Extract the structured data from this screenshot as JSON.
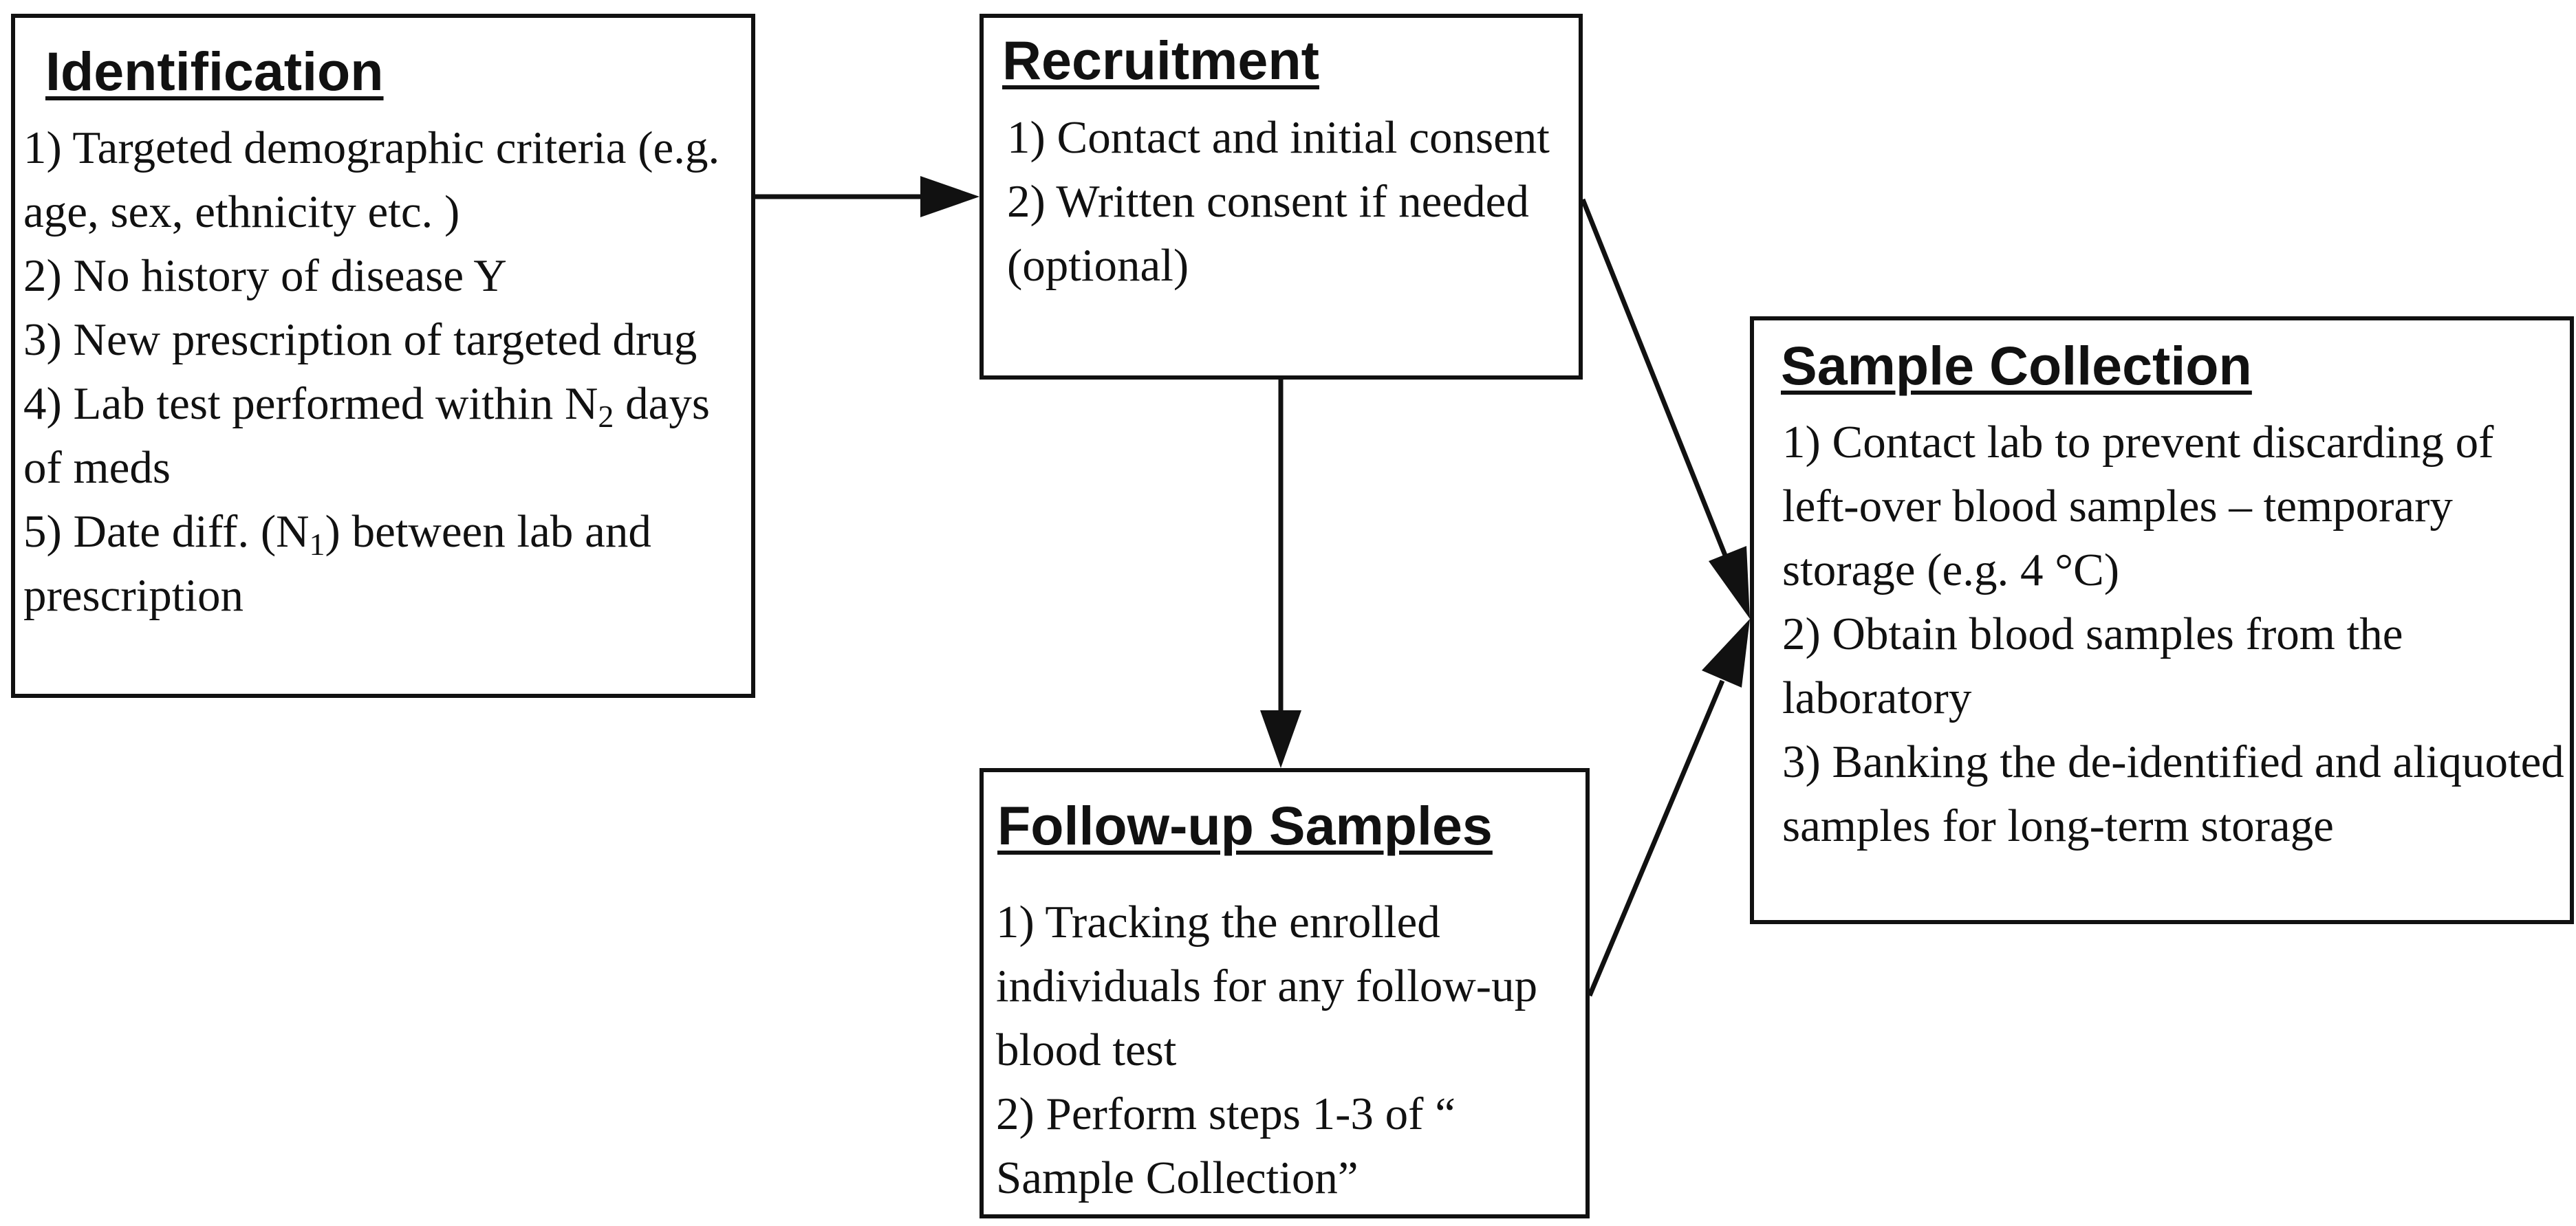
{
  "diagram": {
    "identification": {
      "title": "Identification",
      "items": [
        {
          "text": "1) Targeted demographic criteria (e.g. age, sex, ethnicity etc. )"
        },
        {
          "text": "2) No history of disease Y"
        },
        {
          "text": "3) New prescription of targeted drug"
        },
        {
          "pre": "4) Lab test performed within N",
          "sub": "2",
          "post": " days of meds"
        },
        {
          "pre": "5) Date diff. (N",
          "sub": "1",
          "post": ") between lab and prescription"
        }
      ]
    },
    "recruitment": {
      "title": "Recruitment",
      "items": [
        {
          "text": "1) Contact and initial consent"
        },
        {
          "text": "2) Written consent if needed (optional)"
        }
      ]
    },
    "sample_collection": {
      "title": "Sample Collection",
      "items": [
        {
          "text": "1) Contact lab to prevent discarding of left-over blood samples – temporary storage (e.g. 4 °C)"
        },
        {
          "text": "2) Obtain blood samples from the laboratory"
        },
        {
          "text": "3) Banking the de-identified and aliquoted samples for long-term storage"
        }
      ]
    },
    "follow_up_samples": {
      "title": "Follow-up Samples",
      "items": [
        {
          "text": "1) Tracking the enrolled individuals for any follow-up blood test"
        },
        {
          "text": "2) Perform steps 1-3 of “ Sample Collection”"
        }
      ]
    },
    "arrows": [
      {
        "from": "identification",
        "to": "recruitment"
      },
      {
        "from": "recruitment",
        "to": "follow_up_samples"
      },
      {
        "from": "recruitment",
        "to": "sample_collection"
      },
      {
        "from": "follow_up_samples",
        "to": "sample_collection"
      }
    ],
    "colors": {
      "stroke": "#111111",
      "background": "#ffffff"
    }
  }
}
